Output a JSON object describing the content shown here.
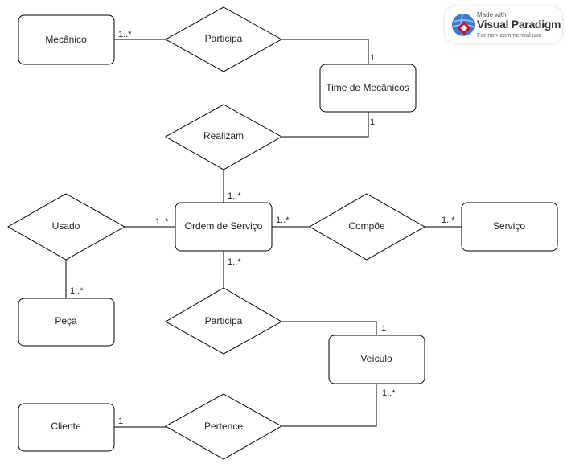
{
  "watermark": {
    "made_with": "Made with",
    "brand": "Visual Paradigm",
    "note": "For non-commercial use"
  },
  "entities": {
    "mecanico": "Mecânico",
    "time_mecanicos": "Time de Mecânicos",
    "ordem_servico": "Ordem de Serviço",
    "servico": "Serviço",
    "peca": "Peça",
    "veiculo": "Veículo",
    "cliente": "Cliente"
  },
  "relationships": {
    "participa_top": "Participa",
    "realizam": "Realizam",
    "usado": "Usado",
    "compoe": "Compõe",
    "participa_bottom": "Participa",
    "pertence": "Pertence"
  },
  "cardinalities": {
    "mecanico_participa": "1..*",
    "participa_time": "1",
    "time_realizam": "1",
    "realizam_ordem": "1..*",
    "usado_ordem": "1..*",
    "usado_peca": "1..*",
    "ordem_compoe": "1..*",
    "compoe_servico": "1..*",
    "ordem_participa": "1..*",
    "participa_veiculo": "1",
    "veiculo_pertence": "1..*",
    "cliente_pertence": "1"
  },
  "colors": {
    "stroke": "#000000",
    "fill": "#ffffff",
    "logo_red": "#c8102e",
    "logo_blue": "#3a7bd5"
  }
}
